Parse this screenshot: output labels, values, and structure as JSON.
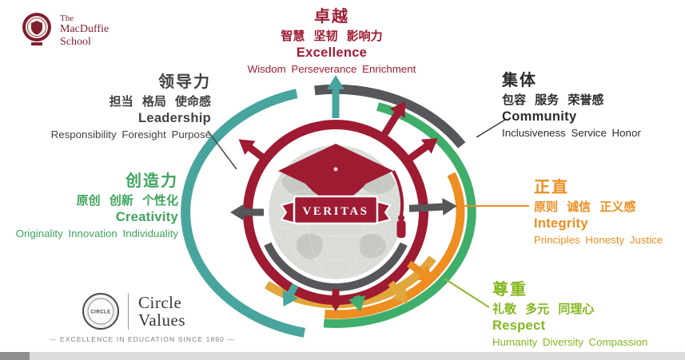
{
  "branding": {
    "school": {
      "line1": "The",
      "line2": "MacDuffie",
      "line3": "School"
    },
    "center_motto": "VERITAS",
    "footer": {
      "seal_text": "CIRCLE",
      "wordmark_line1": "Circle",
      "wordmark_line2": "Values",
      "tagline": "— EXCELLENCE IN EDUCATION SINCE 1890 —"
    }
  },
  "values": [
    {
      "name": "excellence",
      "zh": "卓越",
      "zh_traits": "智慧 坚韧 影响力",
      "en": "Excellence",
      "en_traits": "Wisdom Perseverance Enrichment",
      "color": "#9e1b32"
    },
    {
      "name": "leadership",
      "zh": "领导力",
      "zh_traits": "担当 格局 使命感",
      "en": "Leadership",
      "en_traits": "Responsibility Foresight Purpose",
      "color": "#424245"
    },
    {
      "name": "community",
      "zh": "集体",
      "zh_traits": "包容 服务 荣誉感",
      "en": "Community",
      "en_traits": "Inclusiveness Service Honor",
      "color": "#2b2b2b"
    },
    {
      "name": "creativity",
      "zh": "创造力",
      "zh_traits": "原创 创新 个性化",
      "en": "Creativity",
      "en_traits": "Originality Innovation Individuality",
      "color": "#3fa45c"
    },
    {
      "name": "integrity",
      "zh": "正直",
      "zh_traits": "原则 诚信 正义感",
      "en": "Integrity",
      "en_traits": "Principles Honesty Justice",
      "color": "#ef8c1e"
    },
    {
      "name": "respect",
      "zh": "尊重",
      "zh_traits": "礼敬 多元 同理心",
      "en": "Respect",
      "en_traits": "Humanity Diversity Compassion",
      "color": "#84b71f"
    }
  ],
  "palette": {
    "teal": "#47a59d",
    "dark_gray": "#56575a",
    "green": "#3fae6a",
    "orange": "#ee8d20",
    "gold": "#e2a73a",
    "crimson": "#9e1b32"
  }
}
